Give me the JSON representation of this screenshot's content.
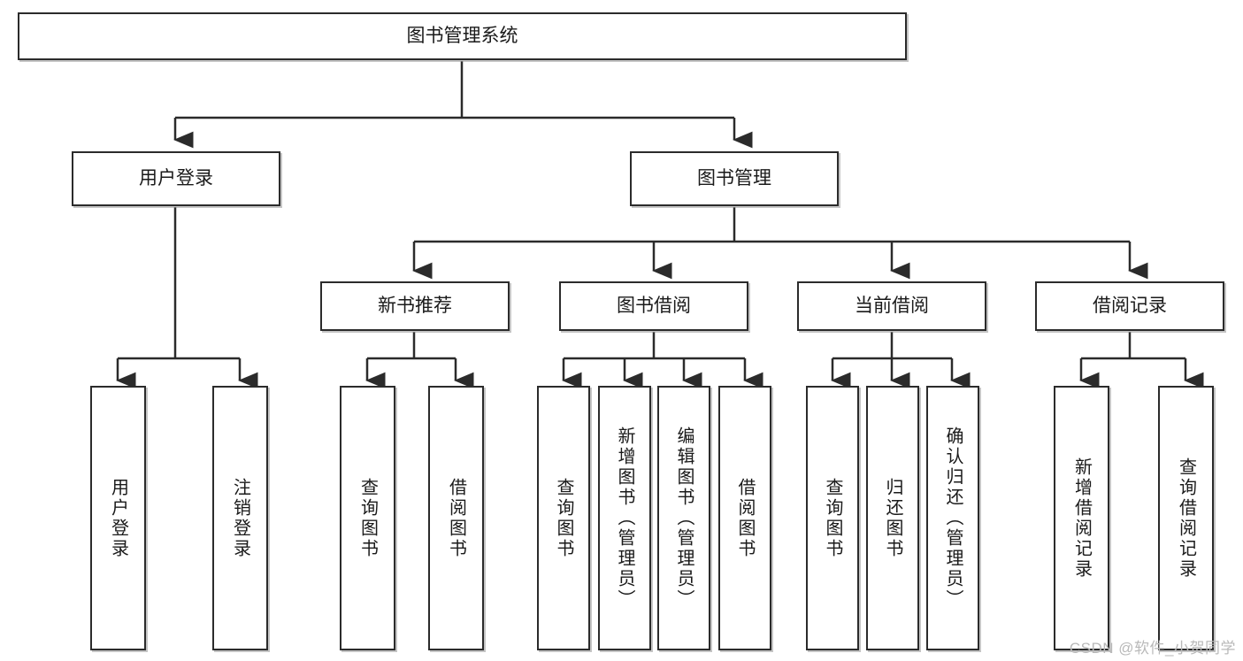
{
  "diagram": {
    "type": "tree",
    "title": "图书管理系统",
    "watermark": "CSDN @软件_小贺同学",
    "colors": {
      "box_border": "#2b2b2b",
      "box_fill": "#ffffff",
      "connector": "#2b2b2b",
      "text": "#1a1a1a",
      "watermark": "#b9b9b9",
      "shadow": "#969696"
    },
    "levels": {
      "root": {
        "label": "图书管理系统"
      },
      "level2": [
        {
          "label": "用户登录"
        },
        {
          "label": "图书管理"
        }
      ],
      "level3": [
        {
          "label": "新书推荐"
        },
        {
          "label": "图书借阅"
        },
        {
          "label": "当前借阅"
        },
        {
          "label": "借阅记录"
        }
      ],
      "leaves": {
        "user_login": [
          {
            "label": "用户登录"
          },
          {
            "label": "注销登录"
          }
        ],
        "new_book_recommend": [
          {
            "label": "查询图书"
          },
          {
            "label": "借阅图书"
          }
        ],
        "book_borrow": [
          {
            "label": "查询图书"
          },
          {
            "label": "新增图书（管理员）"
          },
          {
            "label": "编辑图书（管理员）"
          },
          {
            "label": "借阅图书"
          }
        ],
        "current_borrow": [
          {
            "label": "查询图书"
          },
          {
            "label": "归还图书"
          },
          {
            "label": "确认归还（管理员）"
          }
        ],
        "borrow_record": [
          {
            "label": "新增借阅记录"
          },
          {
            "label": "查询借阅记录"
          }
        ]
      }
    }
  }
}
